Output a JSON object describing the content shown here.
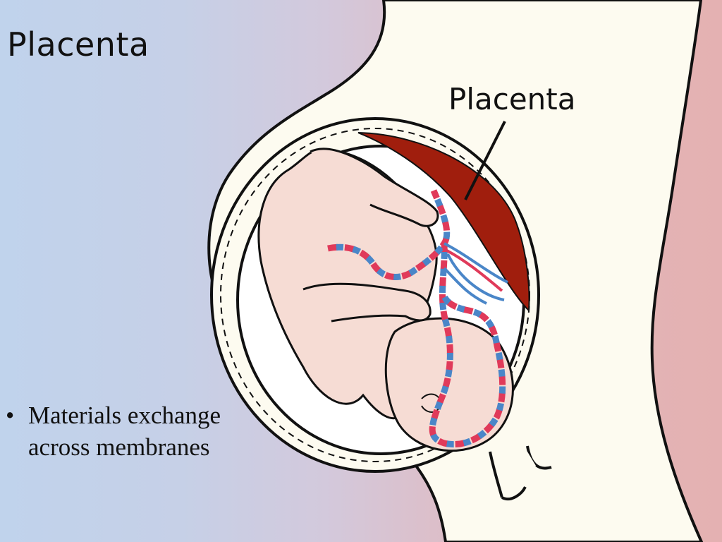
{
  "slide": {
    "title": "Placenta",
    "label_placenta": "Placenta",
    "bullets": [
      {
        "marker": "•",
        "line1": "Materials exchange",
        "line2": "across membranes"
      }
    ]
  },
  "colors": {
    "placenta": "#a01e0d",
    "artery_red": "#e03a5a",
    "vein_blue": "#4a86c8",
    "skin": "#f6dcd4",
    "body_cream": "#fdfbf0"
  }
}
